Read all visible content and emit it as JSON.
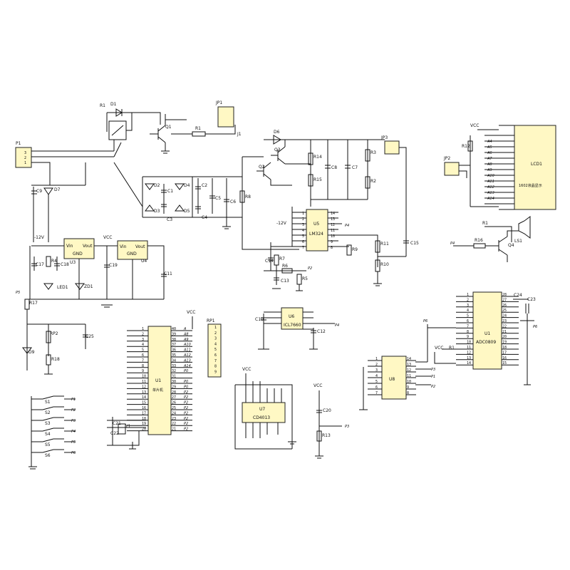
{
  "colors": {
    "chip_fill": "#fff8c4",
    "wire": "#111111",
    "junction": "#c00000"
  },
  "labels": {
    "p1": "P1",
    "r1": "R1",
    "d1": "D1",
    "q1": "Q1",
    "jp1": "JP1",
    "j1": "J1",
    "d6": "D6",
    "jp3": "JP3",
    "r14": "R14",
    "r15": "R15",
    "c8": "C8",
    "c7": "C7",
    "r3": "R3",
    "r2": "R2",
    "q3": "Q3",
    "q2": "Q2",
    "r8": "R8",
    "c9": "C9",
    "d7": "D7",
    "d2": "D2",
    "d3": "D3",
    "d4": "D4",
    "d5": "D5",
    "c1": "C1",
    "c2": "C2",
    "c3": "C3",
    "c4": "C4",
    "c5": "C5",
    "c6": "C6",
    "u5": "U5",
    "lm324": "LM324",
    "m12": "-12V",
    "r9": "R9",
    "r11": "R11",
    "r10": "R10",
    "c15": "C15",
    "c14": "C14",
    "r7": "R7",
    "r6": "R6",
    "r5": "R5",
    "c13": "C13",
    "lcd1": "LCD1",
    "lcd_text": "1602液晶显示",
    "jp2": "JP2",
    "r12": "R12",
    "vcc": "VCC",
    "ls1": "LS1",
    "q4": "Q4",
    "r16": "R16",
    "u3": "U3",
    "u4": "U4",
    "vin": "Vin",
    "vout": "Vout",
    "gnd": "GND",
    "c17": "C17",
    "r4": "R4",
    "c18": "C18",
    "c19": "C19",
    "c11": "C11",
    "led1": "LED1",
    "zd1": "ZD1",
    "rp1": "RP1",
    "u1": "U1",
    "mcu": "单片机",
    "c21": "C21",
    "c22": "C22",
    "y1": "Y1",
    "u6": "U6",
    "icl7660": "ICL7660",
    "c10": "C10",
    "c12": "C12",
    "u7": "U7",
    "cd4013": "CD4013",
    "c20": "C20",
    "r13": "R13",
    "adc": "ADC0809",
    "c24": "C24",
    "c23": "C23",
    "u8": "U8",
    "r17": "R17",
    "rp2": "RP2",
    "c25": "C25",
    "r18": "R18",
    "d9": "D9",
    "s1": "S1",
    "s2": "S2",
    "s3": "S3",
    "s4": "S4",
    "s5": "S5",
    "s6": "S6",
    "num1": "1",
    "num2": "2",
    "num3": "3"
  },
  "mcu_left_pins": [
    "1",
    "2",
    "3",
    "4",
    "5",
    "6",
    "7",
    "8",
    "9",
    "10",
    "11",
    "12",
    "13",
    "14",
    "15",
    "16",
    "17",
    "18",
    "19",
    "20"
  ],
  "mcu_right_pins": [
    "40",
    "39",
    "38",
    "37",
    "36",
    "35",
    "34",
    "33",
    "32",
    "31",
    "30",
    "29",
    "28",
    "27",
    "26",
    "25",
    "24",
    "23",
    "22",
    "21"
  ],
  "mcu_right_nets": [
    "A",
    "A8",
    "A9",
    "A10",
    "A11",
    "A12",
    "A13",
    "A14",
    "P0",
    "",
    "P0",
    "P0",
    "P2",
    "P2",
    "P2",
    "P2",
    "P2",
    "P2",
    "P2",
    "P2"
  ],
  "rp1_pins": [
    "1",
    "2",
    "3",
    "4",
    "5",
    "6",
    "7",
    "8",
    "9"
  ],
  "lcd_pin_nets": [
    "A4",
    "A5",
    "A6",
    "A7",
    "A8",
    "A9",
    "A10",
    "A11",
    "A12",
    "A13",
    "A14"
  ],
  "adc_left_pins": [
    "1",
    "2",
    "3",
    "4",
    "5",
    "6",
    "7",
    "8",
    "9",
    "10",
    "11",
    "12",
    "13",
    "14"
  ],
  "adc_right_pins": [
    "28",
    "27",
    "26",
    "25",
    "24",
    "23",
    "22",
    "21",
    "20",
    "19",
    "18",
    "17",
    "16",
    "15"
  ],
  "u8_left_pins": [
    "1",
    "2",
    "3",
    "4",
    "5",
    "6",
    "7"
  ],
  "u8_right_pins": [
    "14",
    "13",
    "12",
    "11",
    "10",
    "9",
    "8"
  ],
  "lm324_left_pins": [
    "1",
    "2",
    "3",
    "4",
    "5",
    "6",
    "7"
  ],
  "lm324_right_pins": [
    "14",
    "13",
    "12",
    "11",
    "10",
    "9",
    "8"
  ],
  "switch_nets": [
    "P1",
    "P2",
    "P3",
    "P4",
    "P5",
    "P6"
  ]
}
